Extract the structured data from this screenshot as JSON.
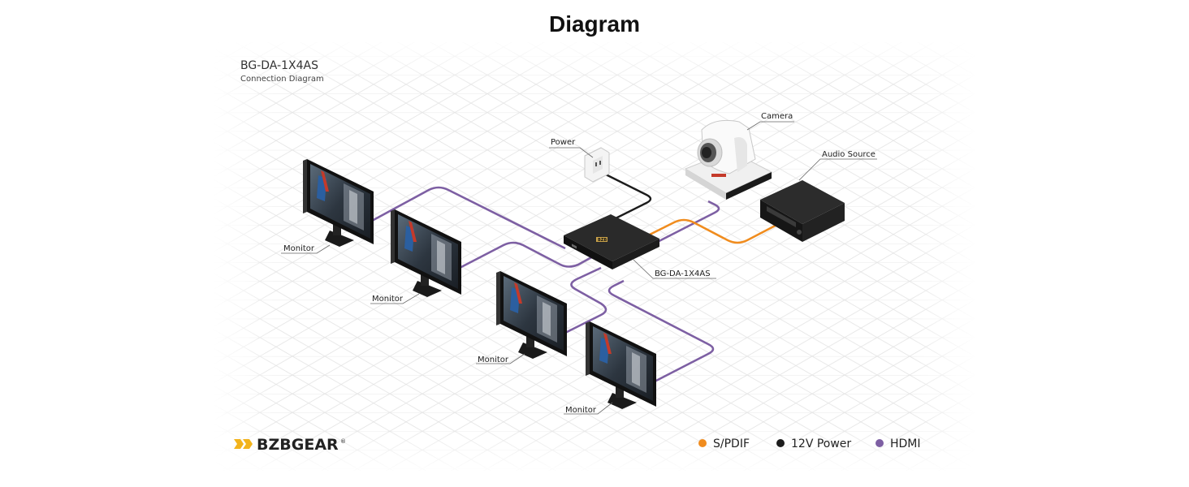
{
  "header": {
    "title": "Diagram"
  },
  "diagram": {
    "model": "BG-DA-1X4AS",
    "subtitle": "Connection Diagram",
    "labels": {
      "power": "Power",
      "camera": "Camera",
      "audio_source": "Audio Source",
      "device": "BG-DA-1X4AS",
      "monitor_1": "Monitor",
      "monitor_2": "Monitor",
      "monitor_3": "Monitor",
      "monitor_4": "Monitor"
    },
    "device_badge": "BZB"
  },
  "brand": {
    "logo_text": "BZBGEAR",
    "mark": "®"
  },
  "legend": [
    {
      "label": "S/PDIF",
      "color": "#f08c1e"
    },
    {
      "label": "12V Power",
      "color": "#1c1c1c"
    },
    {
      "label": "HDMI",
      "color": "#7d5fa3"
    }
  ],
  "colors": {
    "hdmi": "#7d5fa3",
    "spdif": "#f08c1e",
    "power": "#1c1c1c",
    "grid": "#e6e6e6"
  }
}
